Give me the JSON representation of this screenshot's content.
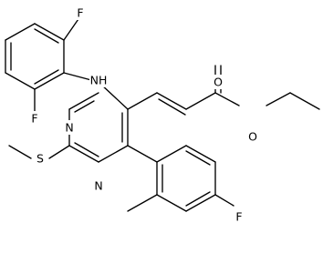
{
  "atoms": {
    "f_top": "F",
    "f_left": "F",
    "nh": "NH",
    "n_upper": "N",
    "n_lower": "N",
    "s": "S",
    "o_carbonyl": "O",
    "o_ester": "O",
    "f_right": "F"
  },
  "colors": {
    "bond": "#000000",
    "label": "#000000",
    "background": "#ffffff"
  }
}
